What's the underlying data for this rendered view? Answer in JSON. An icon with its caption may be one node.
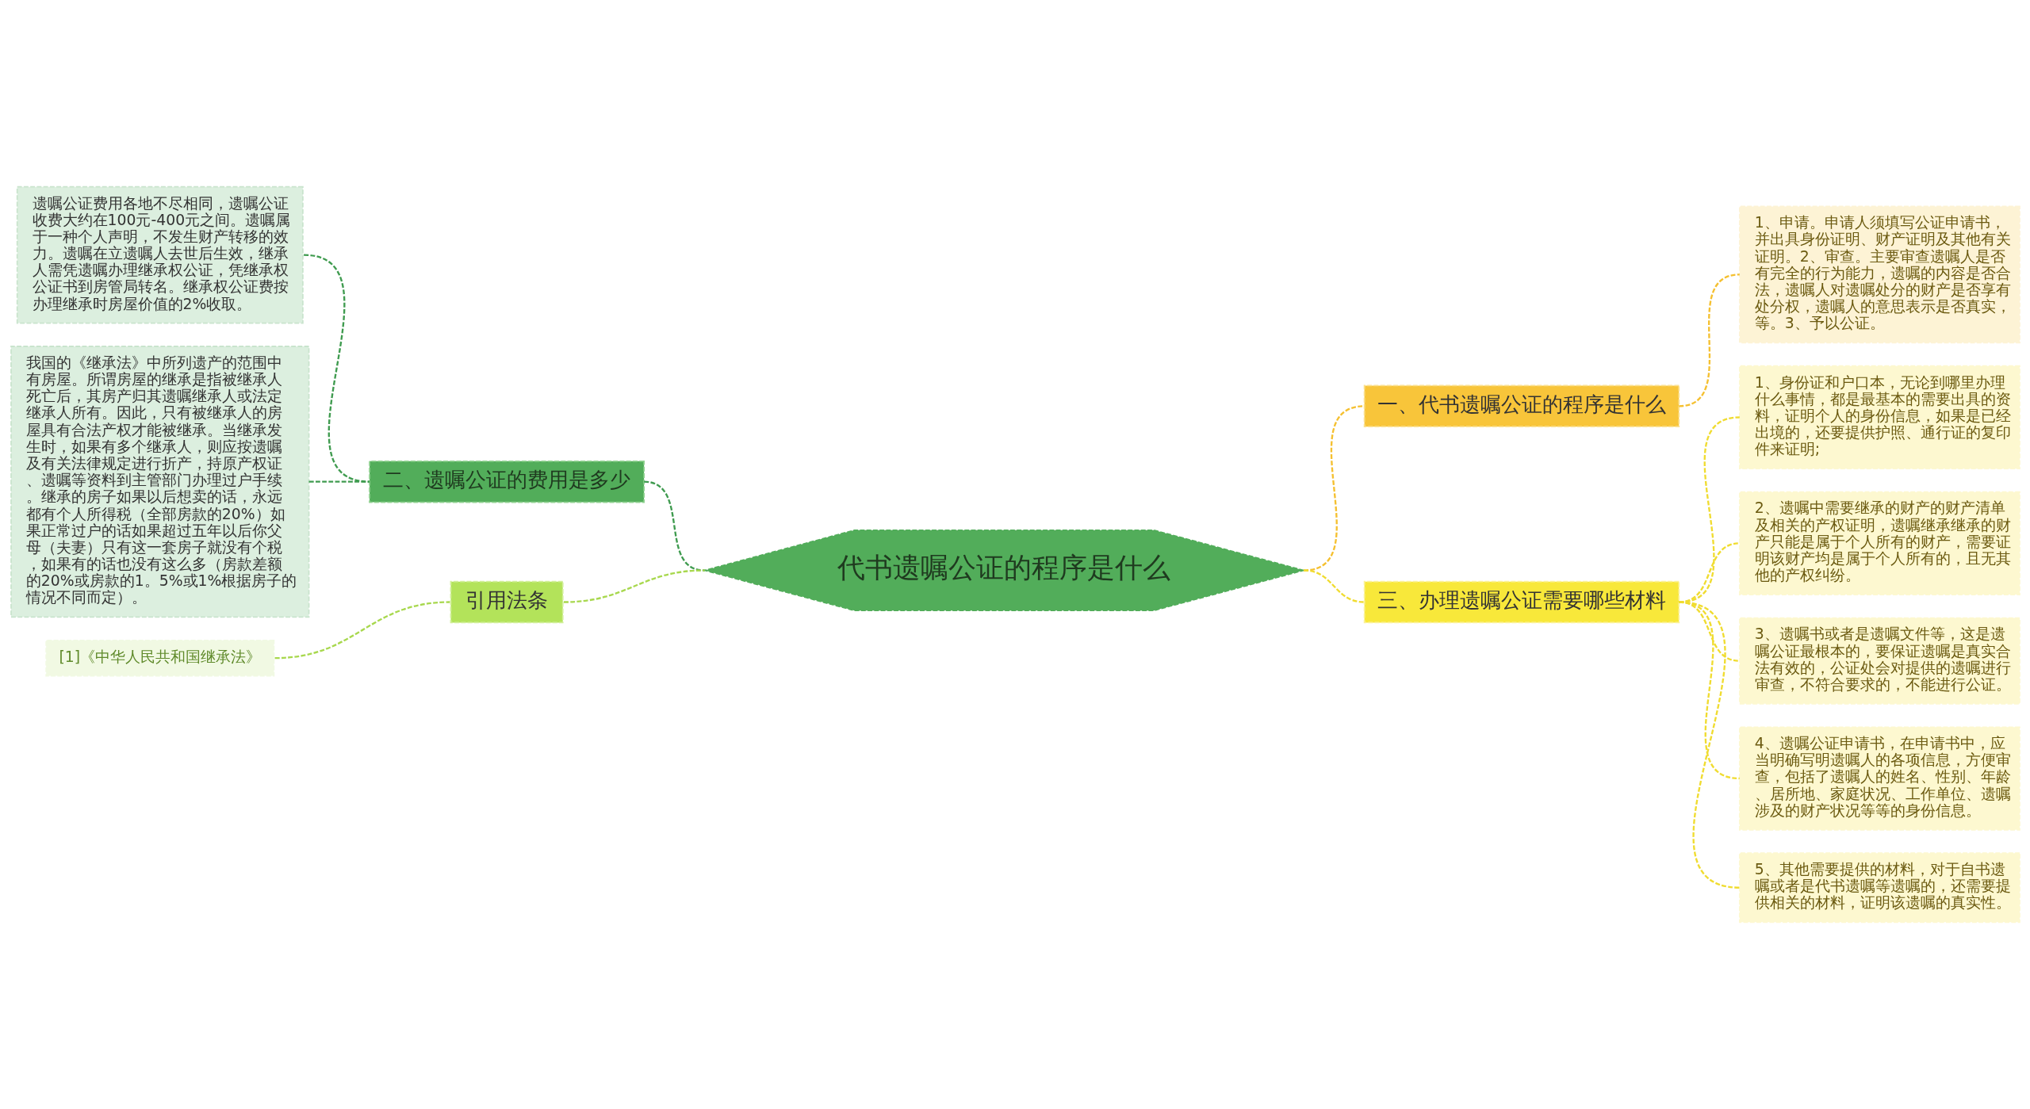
{
  "diagram": {
    "nodes": [
      {
        "text": [
          "代书遗嘱公证的程序是什么"
        ]
      },
      {
        "text": [
          "二、遗嘱公证的费用是多少"
        ]
      },
      {
        "text": [
          "遗嘱公证费用各地不尽相同，遗嘱公证收费大约在100元-400元之间。遗嘱属于一种个人声明，不发生财产转移的效力。遗嘱在立遗嘱人去世后生效，继承人需凭遗嘱办理继承权公证，凭继承权公证书到房管局转名。继承权公证费按办理继承时房屋价值的2%收取。"
        ]
      },
      {
        "text": [
          "我国的《继承法》中所列遗产的范围中有房屋。所谓房屋的继承是指被继承人死亡后，其房产归其遗嘱继承人或法定继承人所有。因此，只有被继承人的房屋具有合法产权才能被继承。当继承发生时，如果有多个继承人，则应按遗嘱及有关法律规定进行折产，持原产权证、遗嘱等资料到主管部门办理过户手续。继承的房子如果以后想卖的话，永远都有个人所得税（全部房款的20%）如果正常过户的话如果超过五年以后你父母（夫妻）只有这一套房子就没有个税，如果有的话也没有这么多（房款差额的20%或房款的1。5%或1%根据房子的情况不同而定）。"
        ]
      },
      {
        "text": [
          "引用法条"
        ]
      },
      {
        "text": [
          "[1]《中华人民共和国继承法》"
        ]
      },
      {
        "text": [
          "一、代书遗嘱公证的程序是什么"
        ]
      },
      {
        "text": [
          "1、申请。申请人须填写公证申请书，并出具身份证明、财产证明及其他有关证明。2、审查。主要审查遗嘱人是否有完全的行为能力，遗嘱的内容是否合法，遗嘱人对遗嘱处分的财产是否享有处分权，遗嘱人的意思表示是否真实，等。3、予以公证。"
        ]
      },
      {
        "text": [
          "三、办理遗嘱公证需要哪些材料"
        ]
      },
      {
        "text": [
          "1、身份证和户口本，无论到哪里办理什么事情，都是最基本的需要出具的资料，证明个人的身份信息，如果是已经出境的，还要提供护照、通行证的复印件来证明;"
        ]
      },
      {
        "text": [
          "2、遗嘱中需要继承的财产的财产清单及相关的产权证明，遗嘱继承继承的财产只能是属于个人所有的财产，需要证明该财产均是属于个人所有的，且无其他的产权纠纷。"
        ]
      },
      {
        "text": [
          "3、遗嘱书或者是遗嘱文件等，这是遗嘱公证最根本的，要保证遗嘱是真实合法有效的，公证处会对提供的遗嘱进行审查，不符合要求的，不能进行公证。"
        ]
      },
      {
        "text": [
          "4、遗嘱公证申请书，在申请书中，应当明确写明遗嘱人的各项信息，方便审查，包括了遗嘱人的姓名、性别、年龄、居所地、家庭状况、工作单位、遗嘱涉及的财产状况等等的身份信息。"
        ]
      },
      {
        "text": [
          "5、其他需要提供的材料，对于自书遗嘱或者是代书遗嘱等遗嘱的，还需要提供相关的材料，证明该遗嘱的真实性。"
        ]
      }
    ],
    "edges": [
      {
        "from": 0,
        "to": 1,
        "arrow": "none",
        "style": "dashed",
        "color": "#3f9b4f"
      },
      {
        "from": 1,
        "to": 2,
        "arrow": "none",
        "style": "dashed",
        "color": "#3f9b4f"
      },
      {
        "from": 1,
        "to": 3,
        "arrow": "none",
        "style": "dashed",
        "color": "#3f9b4f"
      },
      {
        "from": 0,
        "to": 4,
        "arrow": "none",
        "style": "dashed",
        "color": "#a8d84e"
      },
      {
        "from": 4,
        "to": 5,
        "arrow": "none",
        "style": "dashed",
        "color": "#a8d84e"
      },
      {
        "from": 0,
        "to": 6,
        "arrow": "none",
        "style": "dashed",
        "color": "#f5c030"
      },
      {
        "from": 6,
        "to": 7,
        "arrow": "none",
        "style": "dashed",
        "color": "#f5c030"
      },
      {
        "from": 0,
        "to": 8,
        "arrow": "none",
        "style": "dashed",
        "color": "#f0dc30"
      },
      {
        "from": 8,
        "to": 9,
        "arrow": "none",
        "style": "dashed",
        "color": "#f0dc30"
      },
      {
        "from": 8,
        "to": 10,
        "arrow": "none",
        "style": "dashed",
        "color": "#f0dc30"
      },
      {
        "from": 8,
        "to": 11,
        "arrow": "none",
        "style": "dashed",
        "color": "#f0dc30"
      },
      {
        "from": 8,
        "to": 12,
        "arrow": "none",
        "style": "dashed",
        "color": "#f0dc30"
      },
      {
        "from": 8,
        "to": 13,
        "arrow": "none",
        "style": "dashed",
        "color": "#f0dc30"
      }
    ]
  }
}
